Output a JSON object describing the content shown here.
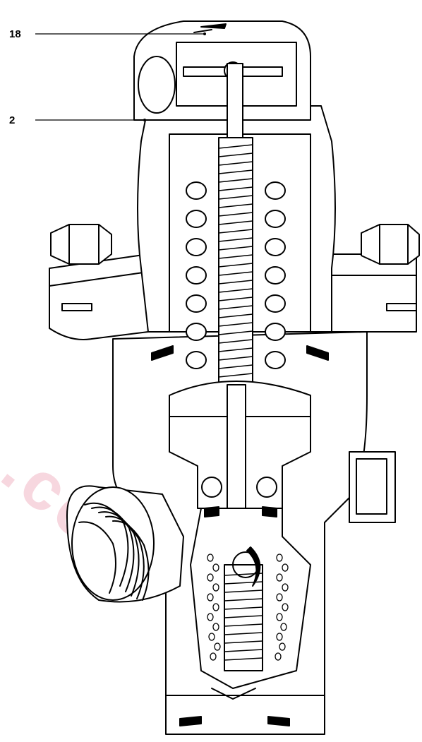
{
  "callouts": [
    {
      "id": "18",
      "label": "18"
    },
    {
      "id": "2",
      "label": "2"
    }
  ],
  "watermark": ".com",
  "colors": {
    "stroke": "#000000",
    "fill": "#ffffff",
    "watermark": "#f7d7df"
  }
}
